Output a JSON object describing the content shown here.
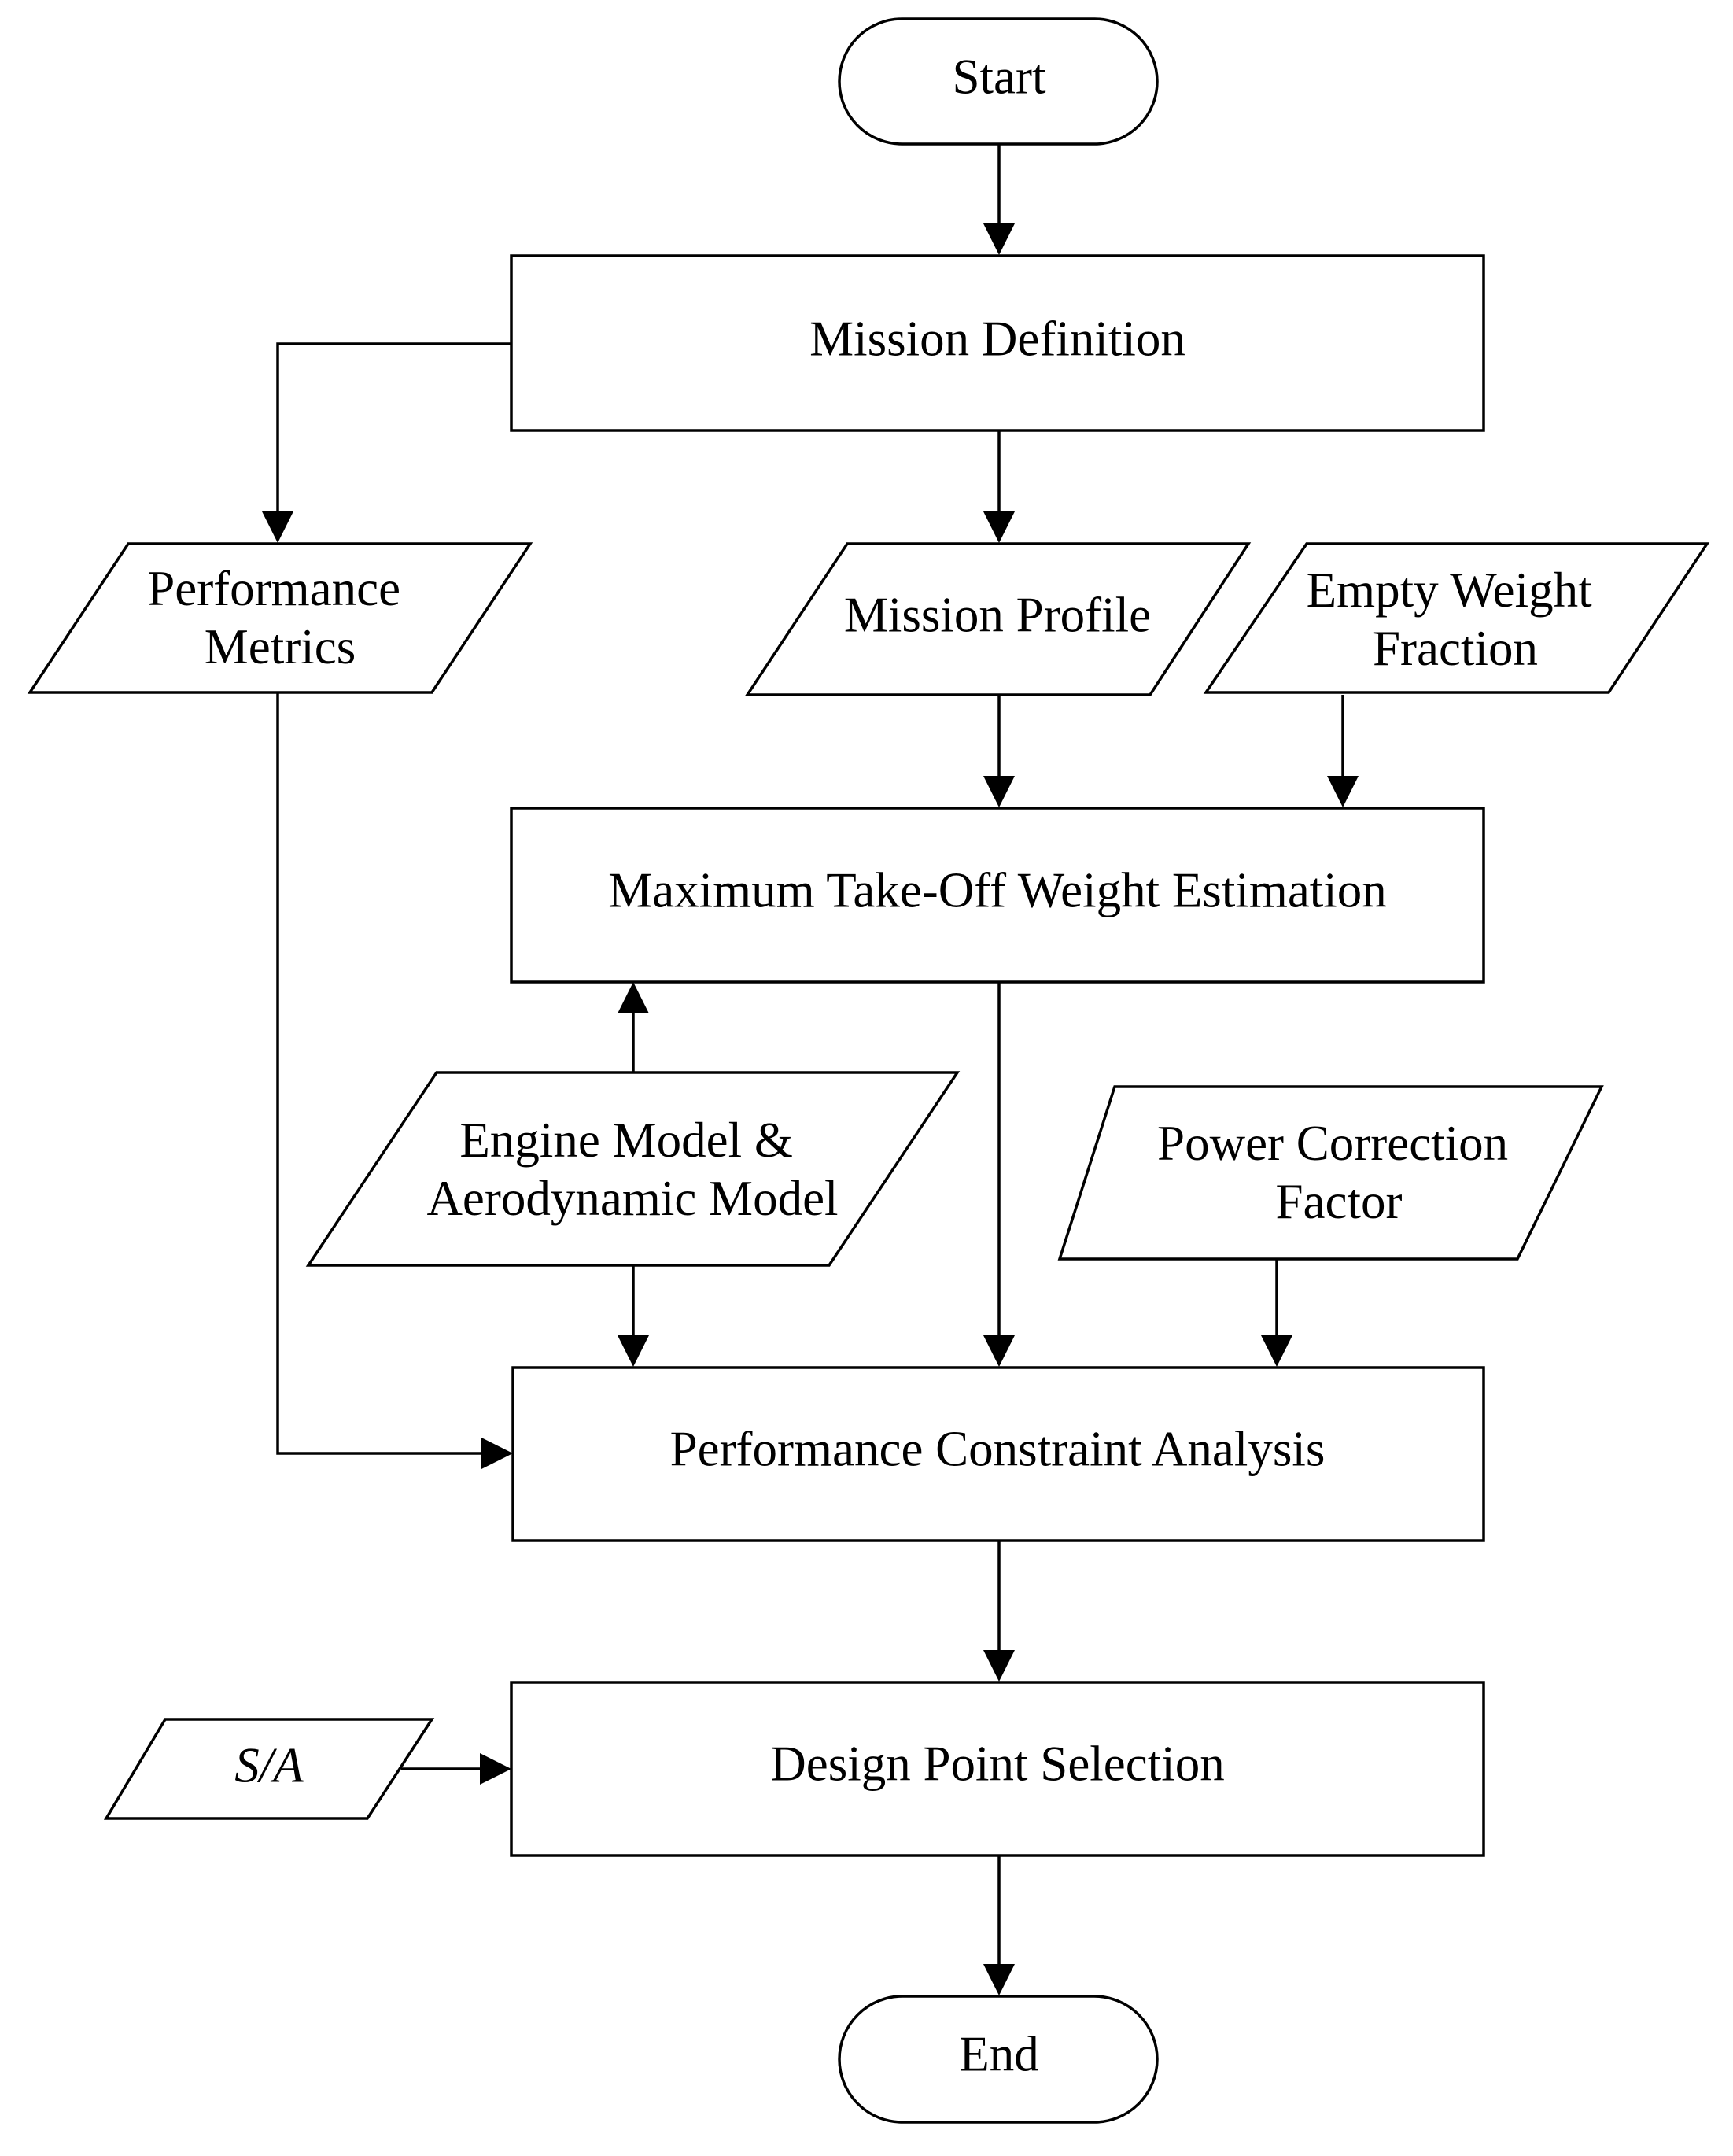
{
  "nodes": {
    "start": {
      "label": "Start"
    },
    "mission_definition": {
      "label": "Mission Definition"
    },
    "performance_metrics": {
      "lines": [
        "Performance",
        "Metrics"
      ]
    },
    "mission_profile": {
      "label": "Mission Profile"
    },
    "empty_weight_fraction": {
      "lines": [
        "Empty Weight",
        "Fraction"
      ]
    },
    "mtow_estimation": {
      "label": "Maximum Take-Off Weight Estimation"
    },
    "engine_aero_model": {
      "lines": [
        "Engine Model &",
        "Aerodynamic Model"
      ]
    },
    "power_correction_factor": {
      "lines": [
        "Power Correction",
        "Factor"
      ]
    },
    "performance_constraint_analysis": {
      "label": "Performance Constraint Analysis"
    },
    "s_a": {
      "label": "S/A"
    },
    "design_point_selection": {
      "label": "Design Point Selection"
    },
    "end": {
      "label": "End"
    }
  }
}
